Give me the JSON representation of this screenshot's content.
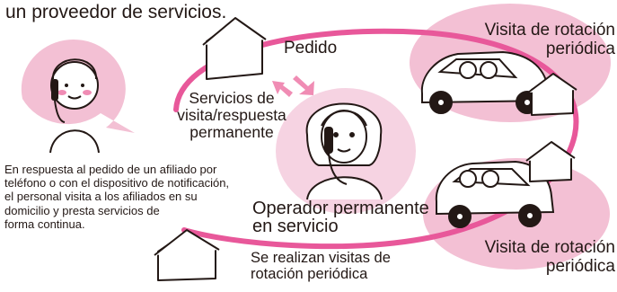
{
  "diagram": {
    "intro_text": "un proveedor de servicios.",
    "order_label": "Pedido",
    "services_label": "Servicios de\nvisita/respuesta\npermanente",
    "rotation_visit_top": "Visita de rotación\nperiódica",
    "rotation_visit_bottom": "Visita de rotación\nperiódica",
    "response_description": "En respuesta al pedido de un afiliado por\nteléfono o con el dispositivo de notificación,\nel personal visita a los afiliados en su\ndomicilio y presta servicios de\nforma continua.",
    "operator_label": "Operador permanente\nen servicio",
    "periodic_visits_label": "Se realizan visitas de\nrotación periódica"
  },
  "colors": {
    "ring_pink": "#e8589a",
    "blob_pink": "#f3c0d4",
    "operator_blob": "#f6d3e2",
    "arrow_pink": "#f08cb4",
    "line": "#231815"
  }
}
